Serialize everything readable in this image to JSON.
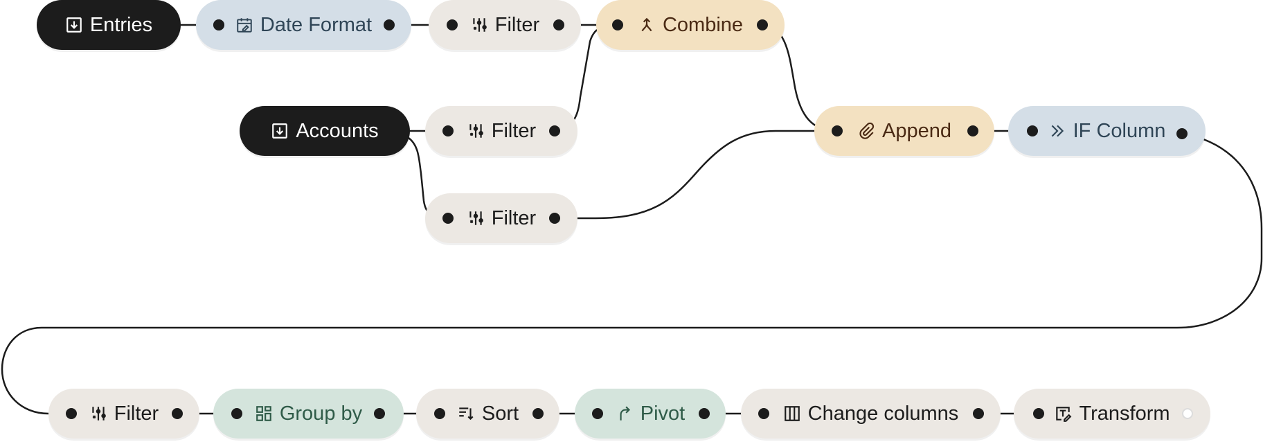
{
  "colors": {
    "black": "#1c1c1c",
    "blue": "#d4dee7",
    "gray": "#ece8e3",
    "orange": "#f3e1c1",
    "green": "#d4e4dc"
  },
  "nodes": {
    "entries": {
      "label": "Entries",
      "icon": "import-icon"
    },
    "date_format": {
      "label": "Date Format",
      "icon": "calendar-edit-icon"
    },
    "filter_top": {
      "label": "Filter",
      "icon": "filter-sliders-icon"
    },
    "combine": {
      "label": "Combine",
      "icon": "merge-icon"
    },
    "accounts": {
      "label": "Accounts",
      "icon": "import-icon"
    },
    "filter_mid_1": {
      "label": "Filter",
      "icon": "filter-sliders-icon"
    },
    "filter_mid_2": {
      "label": "Filter",
      "icon": "filter-sliders-icon"
    },
    "append": {
      "label": "Append",
      "icon": "paperclip-icon"
    },
    "if_column": {
      "label": "IF Column",
      "icon": "double-chevron-right-icon"
    },
    "filter_bottom": {
      "label": "Filter",
      "icon": "filter-sliders-icon"
    },
    "group_by": {
      "label": "Group by",
      "icon": "grid-icon"
    },
    "sort": {
      "label": "Sort",
      "icon": "sort-icon"
    },
    "pivot": {
      "label": "Pivot",
      "icon": "pivot-arrow-icon"
    },
    "change_columns": {
      "label": "Change columns",
      "icon": "columns-icon"
    },
    "transform": {
      "label": "Transform",
      "icon": "transform-icon"
    }
  }
}
